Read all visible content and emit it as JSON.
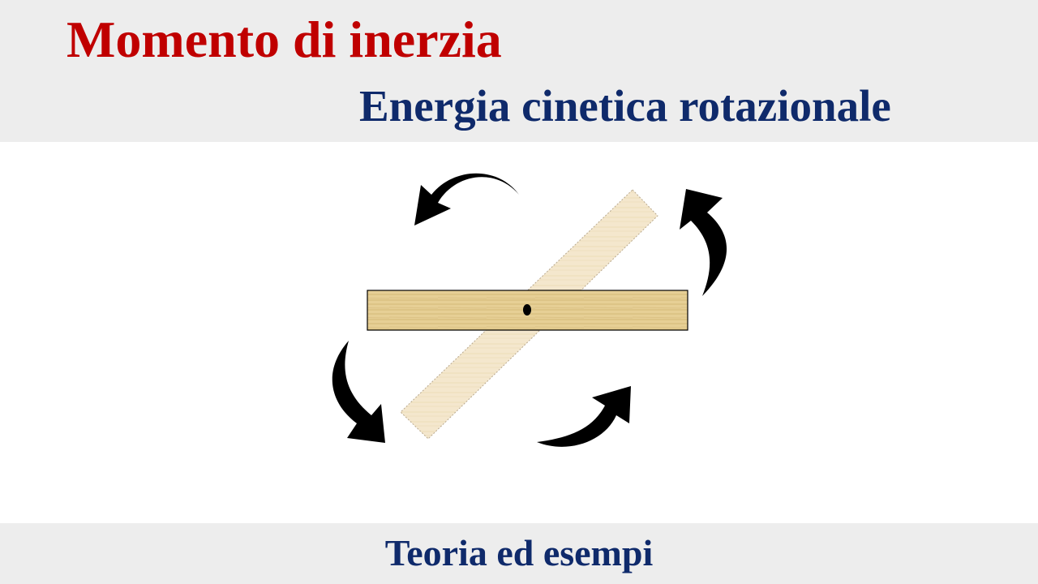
{
  "header": {
    "title": "Momento di inerzia",
    "subtitle": "Energia cinetica rotazionale"
  },
  "footer": {
    "text": "Teoria ed esempi"
  },
  "colors": {
    "title": "#c00000",
    "subtitle": "#0f2a6b",
    "footer": "#0f2a6b",
    "band": "#ededed",
    "wood": "#e9d29a",
    "wood_faded": "#f3e6cc",
    "arrow": "#000000"
  },
  "illustration": {
    "icons": [
      "curved-arrow-icon",
      "pivot-point-icon"
    ]
  }
}
